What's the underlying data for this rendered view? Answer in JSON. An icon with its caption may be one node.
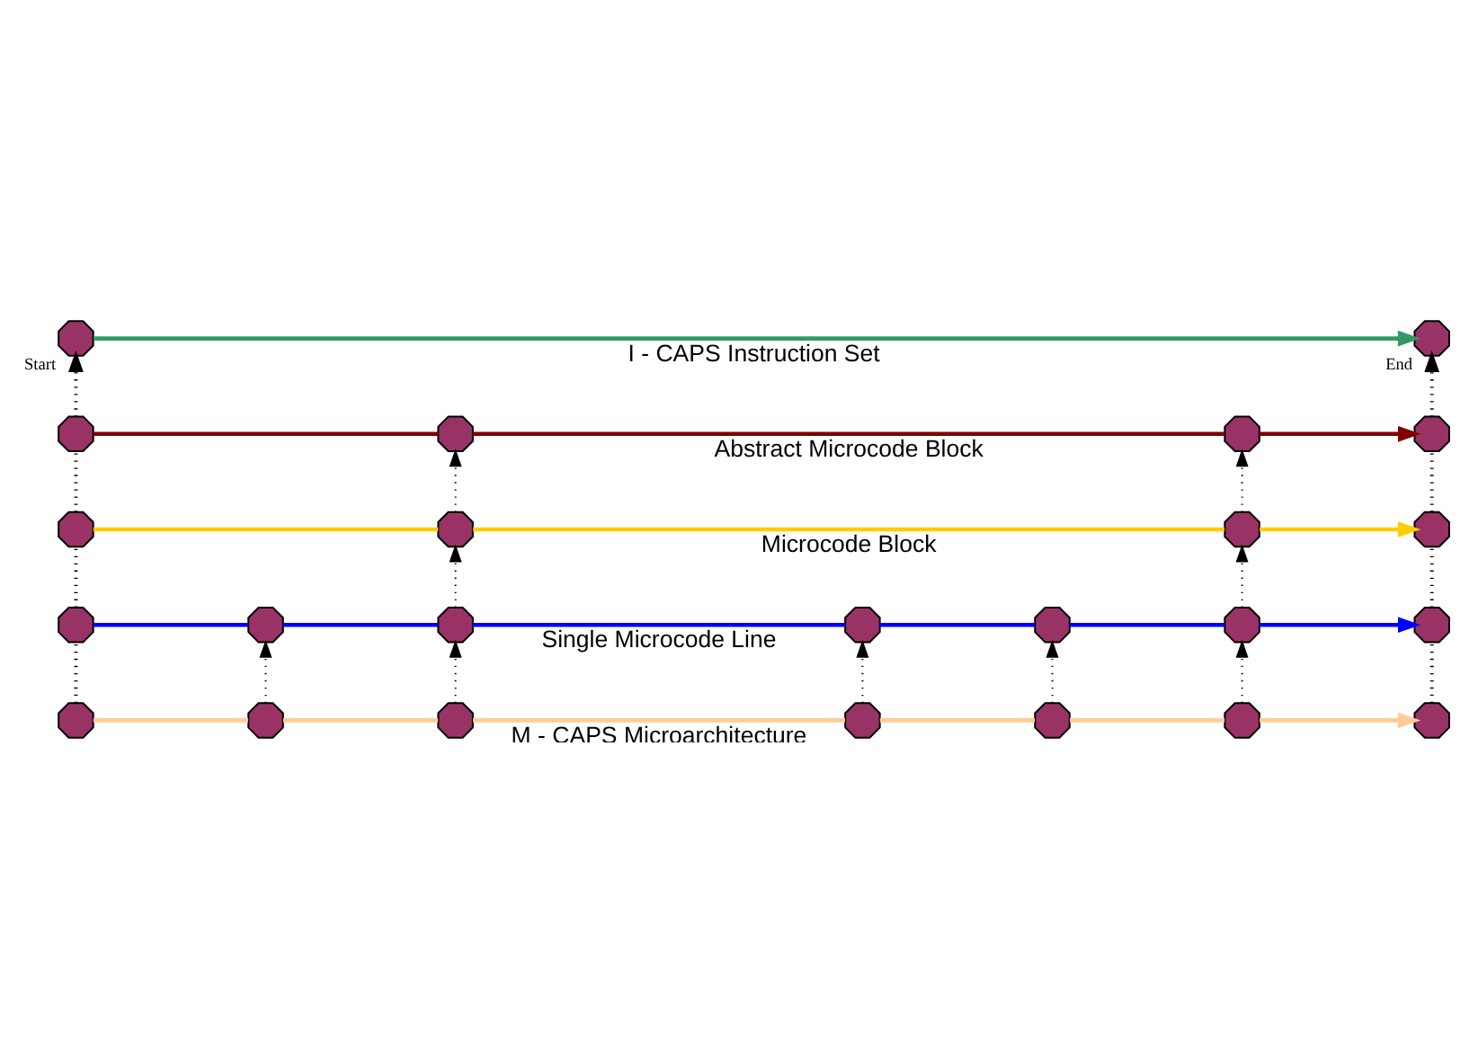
{
  "diagram": {
    "nodes": [
      {
        "text": [],
        "shape": "octagon",
        "beside": [
          "Start"
        ]
      },
      {
        "text": [],
        "shape": "octagon",
        "beside": [
          "End"
        ]
      },
      {
        "text": [],
        "shape": "octagon"
      },
      {
        "text": [],
        "shape": "octagon"
      },
      {
        "text": [],
        "shape": "octagon"
      },
      {
        "text": [],
        "shape": "octagon"
      },
      {
        "text": [],
        "shape": "octagon"
      },
      {
        "text": [],
        "shape": "octagon"
      },
      {
        "text": [],
        "shape": "octagon"
      },
      {
        "text": [],
        "shape": "octagon"
      },
      {
        "text": [],
        "shape": "octagon"
      },
      {
        "text": [],
        "shape": "octagon"
      },
      {
        "text": [],
        "shape": "octagon"
      },
      {
        "text": [],
        "shape": "octagon"
      },
      {
        "text": [],
        "shape": "octagon"
      },
      {
        "text": [],
        "shape": "octagon"
      },
      {
        "text": [],
        "shape": "octagon"
      },
      {
        "text": [],
        "shape": "octagon"
      },
      {
        "text": [],
        "shape": "octagon"
      },
      {
        "text": [],
        "shape": "octagon"
      },
      {
        "text": [],
        "shape": "octagon"
      },
      {
        "text": [],
        "shape": "octagon"
      },
      {
        "text": [],
        "shape": "octagon"
      },
      {
        "text": [],
        "shape": "octagon"
      }
    ],
    "edges": [
      {
        "from": 0,
        "to": 1,
        "arrow": "to",
        "label": "I - CAPS Instruction Set",
        "color": "#339966"
      },
      {
        "from": 2,
        "to": 3,
        "arrow": "none",
        "color": "#800000"
      },
      {
        "from": 3,
        "to": 4,
        "arrow": "none",
        "label": "Abstract Microcode Block",
        "color": "#800000"
      },
      {
        "from": 4,
        "to": 5,
        "arrow": "to",
        "color": "#800000"
      },
      {
        "from": 6,
        "to": 7,
        "arrow": "none",
        "color": "#ffcc00"
      },
      {
        "from": 7,
        "to": 8,
        "arrow": "none",
        "label": "Microcode Block",
        "color": "#ffcc00"
      },
      {
        "from": 8,
        "to": 9,
        "arrow": "to",
        "color": "#ffcc00"
      },
      {
        "from": 10,
        "to": 11,
        "arrow": "none",
        "color": "#0000ff"
      },
      {
        "from": 11,
        "to": 12,
        "arrow": "none",
        "color": "#0000ff"
      },
      {
        "from": 12,
        "to": 13,
        "arrow": "none",
        "label": "Single Microcode Line",
        "color": "#0000ff"
      },
      {
        "from": 13,
        "to": 14,
        "arrow": "none",
        "color": "#0000ff"
      },
      {
        "from": 14,
        "to": 15,
        "arrow": "none",
        "color": "#0000ff"
      },
      {
        "from": 15,
        "to": 16,
        "arrow": "to",
        "color": "#0000ff"
      },
      {
        "from": 17,
        "to": 18,
        "arrow": "none",
        "color": "#ffcc99"
      },
      {
        "from": 18,
        "to": 19,
        "arrow": "none",
        "color": "#ffcc99"
      },
      {
        "from": 19,
        "to": 20,
        "arrow": "none",
        "label": "M - CAPS Microarchitecture",
        "color": "#ffcc99"
      },
      {
        "from": 20,
        "to": 21,
        "arrow": "none",
        "color": "#ffcc99"
      },
      {
        "from": 21,
        "to": 22,
        "arrow": "none",
        "color": "#ffcc99"
      },
      {
        "from": 22,
        "to": 23,
        "arrow": "to",
        "color": "#ffcc99"
      },
      {
        "from": 17,
        "to": 10,
        "arrow": "none",
        "style": "dashed"
      },
      {
        "from": 10,
        "to": 6,
        "arrow": "none",
        "style": "dashed"
      },
      {
        "from": 6,
        "to": 2,
        "arrow": "none",
        "style": "dashed"
      },
      {
        "from": 2,
        "to": 0,
        "arrow": "to",
        "style": "dashed"
      },
      {
        "from": 23,
        "to": 16,
        "arrow": "none",
        "style": "dashed"
      },
      {
        "from": 16,
        "to": 9,
        "arrow": "none",
        "style": "dashed"
      },
      {
        "from": 9,
        "to": 5,
        "arrow": "none",
        "style": "dashed"
      },
      {
        "from": 5,
        "to": 1,
        "arrow": "to",
        "style": "dashed"
      },
      {
        "from": 7,
        "to": 3,
        "arrow": "to",
        "style": "dashed"
      },
      {
        "from": 12,
        "to": 7,
        "arrow": "to",
        "style": "dashed"
      },
      {
        "from": 19,
        "to": 12,
        "arrow": "to",
        "style": "dashed"
      },
      {
        "from": 8,
        "to": 4,
        "arrow": "to",
        "style": "dashed"
      },
      {
        "from": 15,
        "to": 8,
        "arrow": "to",
        "style": "dashed"
      },
      {
        "from": 22,
        "to": 15,
        "arrow": "to",
        "style": "dashed"
      },
      {
        "from": 18,
        "to": 11,
        "arrow": "to",
        "style": "dashed"
      },
      {
        "from": 20,
        "to": 13,
        "arrow": "to",
        "style": "dashed"
      },
      {
        "from": 21,
        "to": 14,
        "arrow": "to",
        "style": "dashed"
      }
    ]
  }
}
